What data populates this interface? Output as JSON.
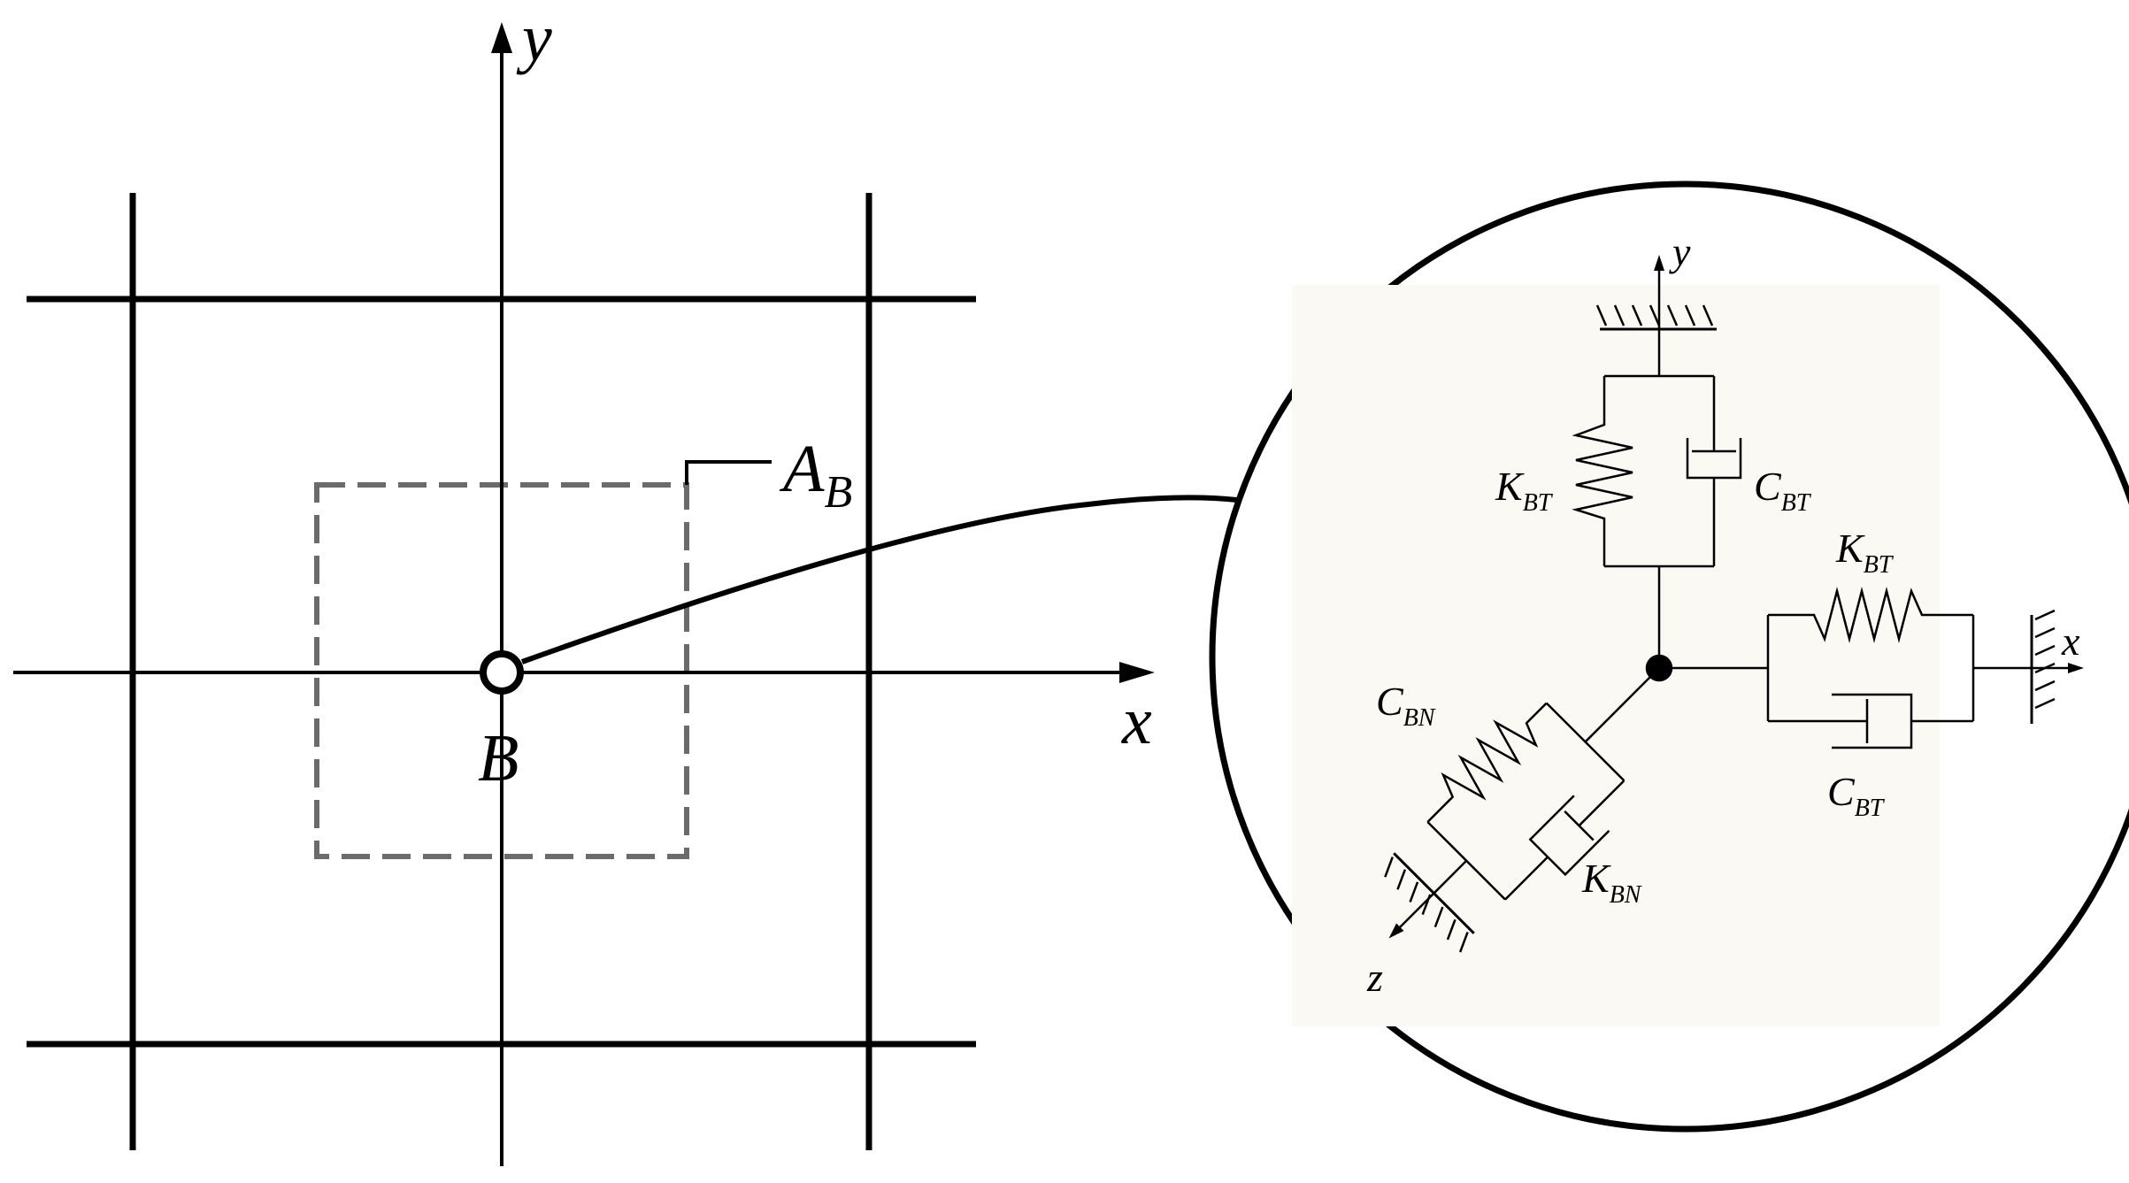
{
  "left_panel": {
    "axis_x_label": "x",
    "axis_y_label": "y",
    "point_label": "B",
    "region_label_main": "A",
    "region_label_sub": "B"
  },
  "detail_panel": {
    "axis_x_label": "x",
    "axis_y_label": "y",
    "axis_z_label": "z",
    "y_spring_main": "K",
    "y_spring_sub": "BT",
    "y_damper_main": "C",
    "y_damper_sub": "BT",
    "x_spring_main": "K",
    "x_spring_sub": "BT",
    "x_damper_main": "C",
    "x_damper_sub": "BT",
    "z_damper_main": "C",
    "z_damper_sub": "BN",
    "z_spring_main": "K",
    "z_spring_sub": "BN"
  },
  "colors": {
    "line": "#000000",
    "dashed_region": "#6b6b6b",
    "detail_background": "#fbf9f4"
  }
}
